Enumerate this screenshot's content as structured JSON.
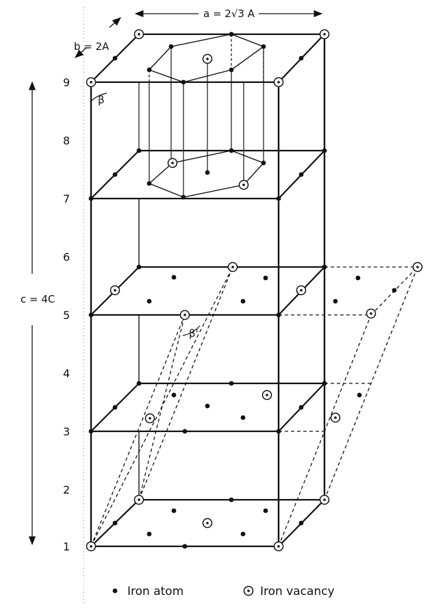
{
  "dimensions": {
    "a_label": "a = 2√3 A",
    "b_label": "b = 2A",
    "c_label": "c = 4C"
  },
  "angles": {
    "beta": "β",
    "beta_prime": "β'"
  },
  "layers": [
    "1",
    "2",
    "3",
    "4",
    "5",
    "6",
    "7",
    "8",
    "9"
  ],
  "legend": {
    "atom_label": "Iron atom",
    "vacancy_label": "Iron vacancy"
  }
}
